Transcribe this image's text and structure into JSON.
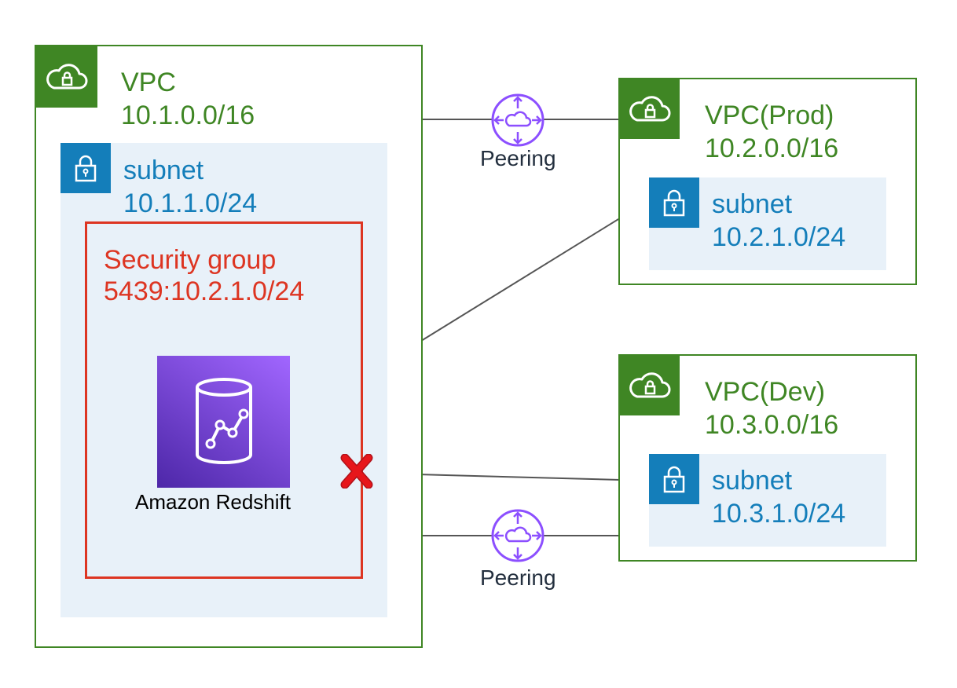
{
  "colors": {
    "vpc": "#3f8624",
    "subnet": "#147eba",
    "subnet_bg": "#e8f1f9",
    "security_group": "#dd3522",
    "peering": "#8c4fff",
    "arrow": "#555555",
    "deny": "#e7161b"
  },
  "main_vpc": {
    "title": "VPC",
    "cidr": "10.1.0.0/16",
    "icon": "vpc-cloud-lock-icon",
    "subnet": {
      "title": "subnet",
      "cidr": "10.1.1.0/24",
      "icon": "subnet-lock-icon"
    },
    "security_group": {
      "title": "Security group",
      "rule": "5439:10.2.1.0/24"
    },
    "service": {
      "label": "Amazon Redshift",
      "icon": "redshift-icon"
    }
  },
  "prod_vpc": {
    "title": "VPC(Prod)",
    "cidr": "10.2.0.0/16",
    "icon": "vpc-cloud-lock-icon",
    "subnet": {
      "title": "subnet",
      "cidr": "10.2.1.0/24",
      "icon": "subnet-lock-icon"
    }
  },
  "dev_vpc": {
    "title": "VPC(Dev)",
    "cidr": "10.3.0.0/16",
    "icon": "vpc-cloud-lock-icon",
    "subnet": {
      "title": "subnet",
      "cidr": "10.3.1.0/24",
      "icon": "subnet-lock-icon"
    }
  },
  "peerings": [
    {
      "label": "Peering",
      "icon": "peering-router-icon"
    },
    {
      "label": "Peering",
      "icon": "peering-router-icon"
    }
  ],
  "connections": [
    {
      "from": "prod-subnet",
      "to": "redshift",
      "status": "allowed"
    },
    {
      "from": "dev-subnet",
      "to": "security-group",
      "status": "denied",
      "icon": "deny-x-icon"
    }
  ]
}
